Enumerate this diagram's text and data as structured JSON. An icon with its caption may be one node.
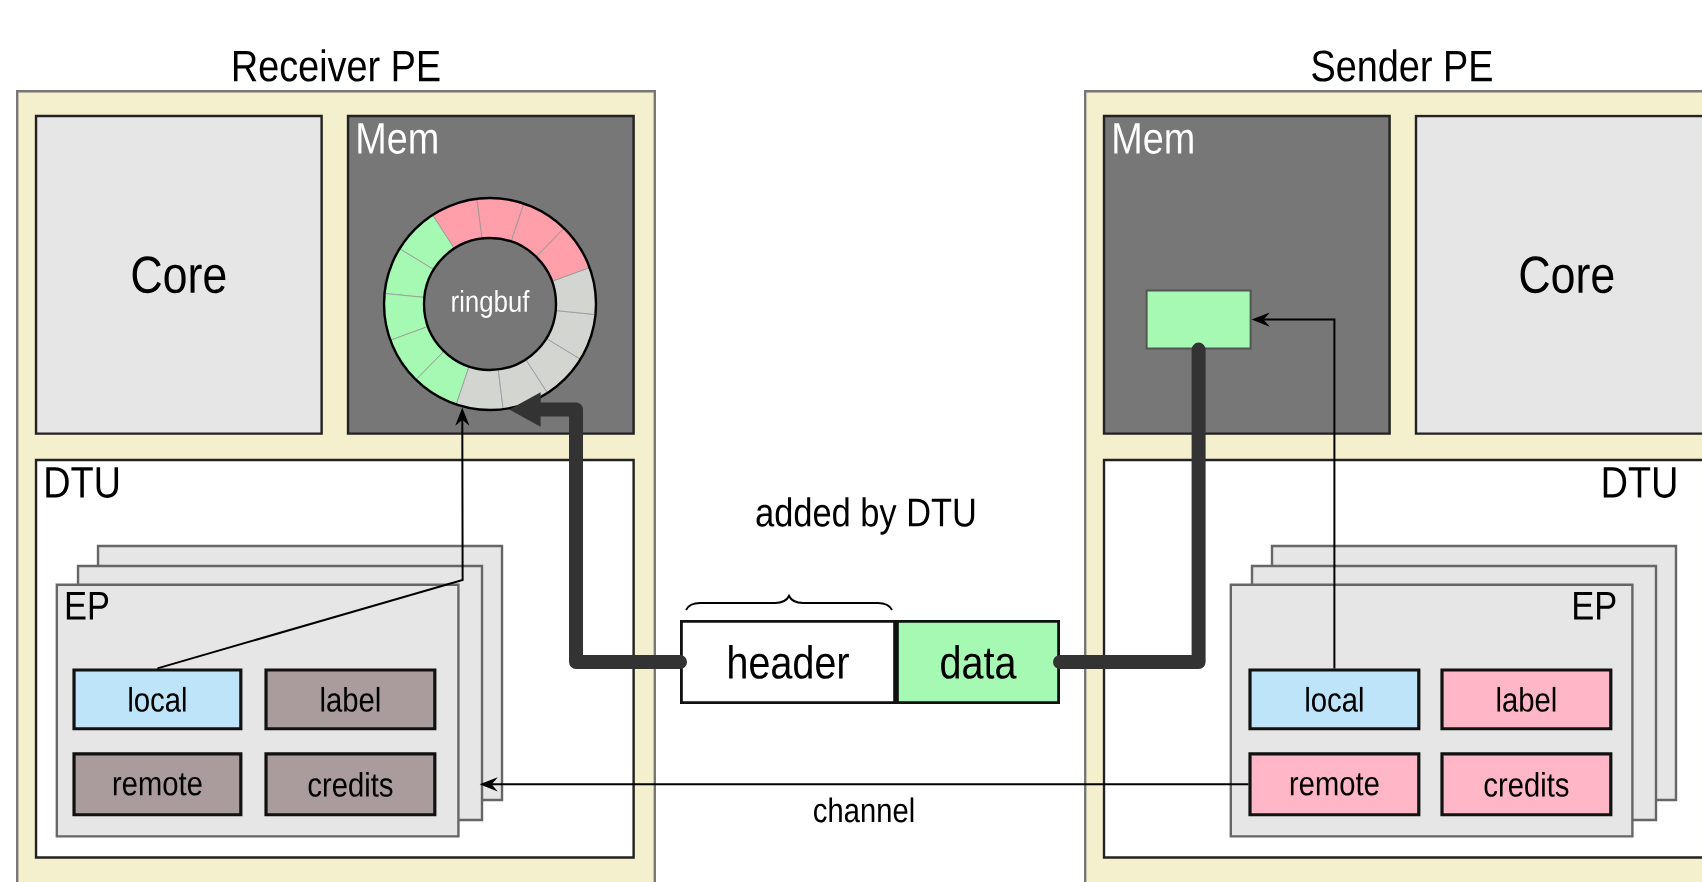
{
  "diagram": {
    "nodes": [
      {
        "text": [
          "Receiver PE"
        ]
      },
      {
        "text": [
          "Core"
        ],
        "in": 0
      },
      {
        "text": [
          "Mem"
        ],
        "in": 0
      },
      {
        "text": [
          "ringbuf"
        ],
        "in": 2
      },
      {
        "text": [
          "DTU"
        ],
        "in": 0
      },
      {
        "text": [
          "EP"
        ],
        "in": 4
      },
      {
        "text": [
          "local"
        ],
        "in": 5
      },
      {
        "text": [
          "label"
        ],
        "in": 5
      },
      {
        "text": [
          "remote"
        ],
        "in": 5
      },
      {
        "text": [
          "credits"
        ],
        "in": 5
      },
      {
        "text": [
          "Sender PE"
        ]
      },
      {
        "text": [
          "Mem"
        ],
        "in": 10
      },
      {
        "text": [],
        "shape": "box",
        "in": 11
      },
      {
        "text": [
          "Core"
        ],
        "in": 10
      },
      {
        "text": [
          "DTU"
        ],
        "in": 10
      },
      {
        "text": [
          "EP"
        ],
        "in": 14
      },
      {
        "text": [
          "local"
        ],
        "in": 15
      },
      {
        "text": [
          "label"
        ],
        "in": 15
      },
      {
        "text": [
          "remote"
        ],
        "in": 15
      },
      {
        "text": [
          "credits"
        ],
        "in": 15
      },
      {
        "text": [
          "header"
        ]
      },
      {
        "text": [
          "data"
        ]
      }
    ],
    "edges": [
      {
        "from": 6,
        "to": 3,
        "arrow": "to"
      },
      {
        "from": 12,
        "to": 21,
        "arrow": "none",
        "style": "thick",
        "color": "#333333"
      },
      {
        "from": 20,
        "to": 3,
        "arrow": "to",
        "style": "thick",
        "color": "#333333"
      },
      {
        "from": 16,
        "to": 12,
        "arrow": "to"
      },
      {
        "from": 18,
        "to": 5,
        "arrow": "to",
        "label": "channel"
      }
    ],
    "labels": [
      "added by DTU"
    ]
  }
}
